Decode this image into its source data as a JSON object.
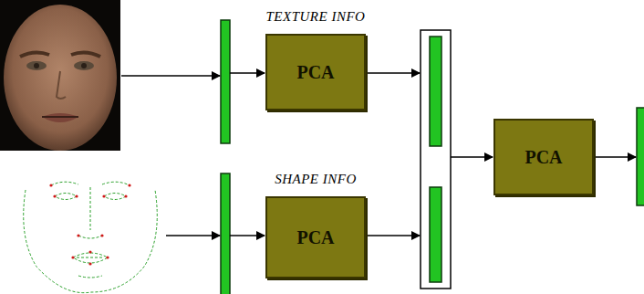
{
  "diagram": {
    "nodes": [
      {
        "text": [
          "TEXTURE INFO",
          "PCA"
        ]
      },
      {
        "text": [
          "SHAPE INFO",
          "PCA"
        ]
      },
      {
        "text": [
          "PCA"
        ]
      }
    ]
  }
}
